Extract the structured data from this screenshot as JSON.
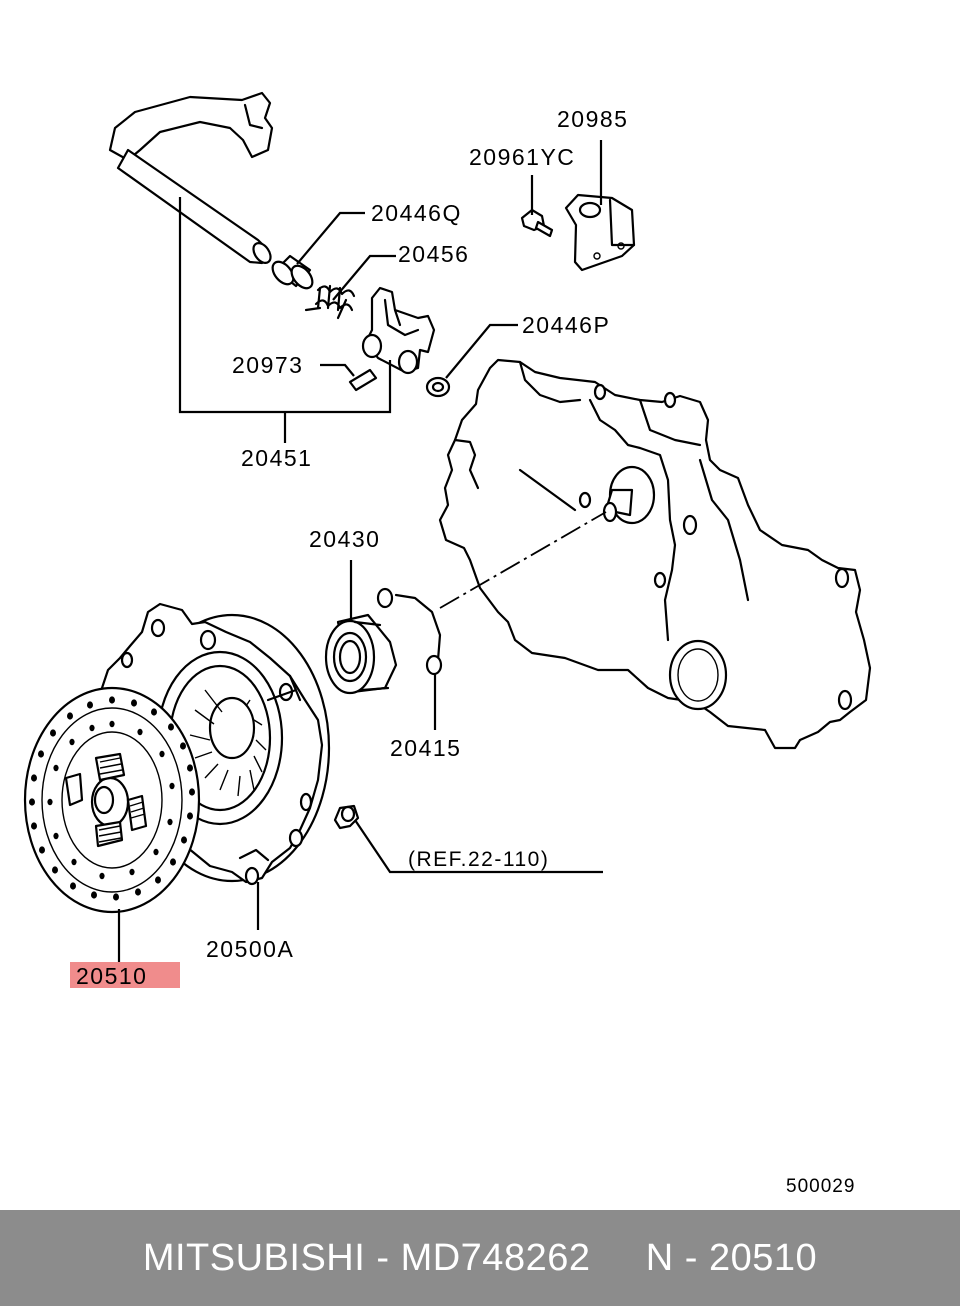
{
  "diagram": {
    "parts": [
      {
        "number": "20985"
      },
      {
        "number": "20961YC"
      },
      {
        "number": "20446Q"
      },
      {
        "number": "20456"
      },
      {
        "number": "20446P"
      },
      {
        "number": "20973"
      },
      {
        "number": "20451"
      },
      {
        "number": "20430"
      },
      {
        "number": "20415"
      },
      {
        "number": "20500A"
      },
      {
        "number": "20510",
        "highlighted": true
      }
    ],
    "reference": "(REF.22-110)",
    "drawing_code": "500029",
    "highlight_color": "#f08c8c"
  },
  "footer": {
    "text": "MITSUBISHI - MD748262     N - 20510",
    "background": "#8c8c8c"
  }
}
